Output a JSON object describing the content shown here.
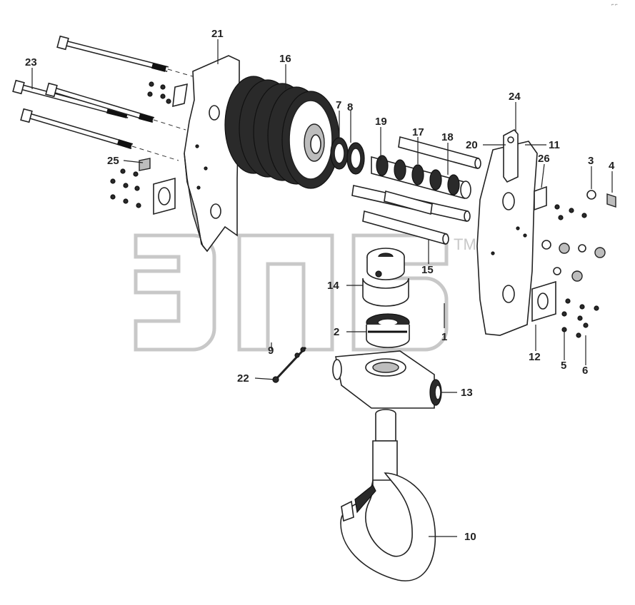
{
  "corner_mark": "⌐ ⌐",
  "watermark": {
    "text": "ЭПб",
    "tm": "TM"
  },
  "labels": [
    {
      "id": "1",
      "text": "1"
    },
    {
      "id": "2",
      "text": "2"
    },
    {
      "id": "3",
      "text": "3"
    },
    {
      "id": "4",
      "text": "4"
    },
    {
      "id": "5",
      "text": "5"
    },
    {
      "id": "6",
      "text": "6"
    },
    {
      "id": "7",
      "text": "7"
    },
    {
      "id": "8",
      "text": "8"
    },
    {
      "id": "9",
      "text": "9"
    },
    {
      "id": "10",
      "text": "10"
    },
    {
      "id": "11",
      "text": "11"
    },
    {
      "id": "12",
      "text": "12"
    },
    {
      "id": "13",
      "text": "13"
    },
    {
      "id": "14",
      "text": "14"
    },
    {
      "id": "15",
      "text": "15"
    },
    {
      "id": "16",
      "text": "16"
    },
    {
      "id": "17",
      "text": "17"
    },
    {
      "id": "18",
      "text": "18"
    },
    {
      "id": "19",
      "text": "19"
    },
    {
      "id": "20",
      "text": "20"
    },
    {
      "id": "21",
      "text": "21"
    },
    {
      "id": "22",
      "text": "22"
    },
    {
      "id": "23",
      "text": "23"
    },
    {
      "id": "24",
      "text": "24"
    },
    {
      "id": "25",
      "text": "25"
    },
    {
      "id": "26",
      "text": "26"
    }
  ]
}
